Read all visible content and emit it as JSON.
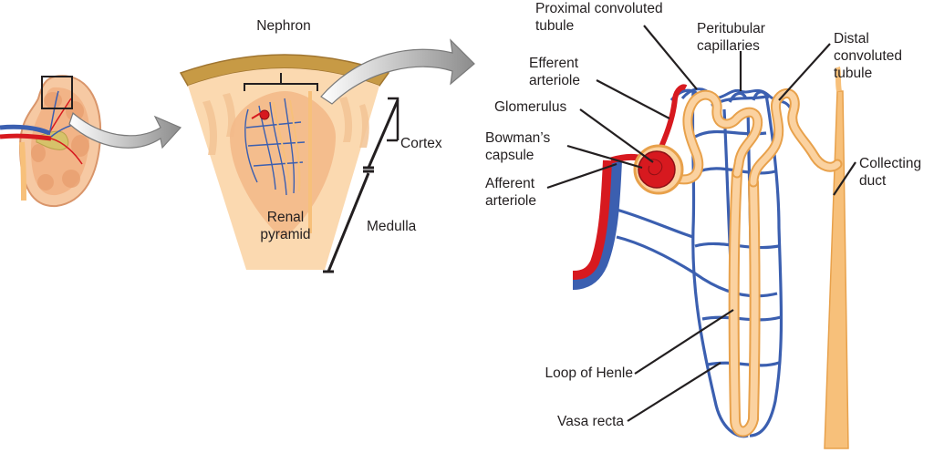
{
  "labels": {
    "nephron": "Nephron",
    "renal_pyramid": "Renal\npyramid",
    "cortex": "Cortex",
    "medulla": "Medulla",
    "proximal_convoluted_tubule": "Proximal convoluted\ntubule",
    "peritubular_capillaries": "Peritubular\ncapillaries",
    "distal_convoluted_tubule": "Distal\nconvoluted\ntubule",
    "efferent_arteriole": "Efferent\narteriole",
    "glomerulus": "Glomerulus",
    "bowmans_capsule": "Bowman’s\ncapsule",
    "afferent_arteriole": "Afferent\narteriole",
    "collecting_duct": "Collecting\nduct",
    "loop_of_henle": "Loop of Henle",
    "vasa_recta": "Vasa recta"
  },
  "colors": {
    "artery": "#d7191f",
    "vein": "#3b5fb0",
    "tubule": "#f7c07a",
    "tubule_edge": "#e8a14b",
    "cortex_tissue": "#fbd9b0",
    "pyramid": "#f3b98a",
    "arrow": "#9e9e9e"
  }
}
